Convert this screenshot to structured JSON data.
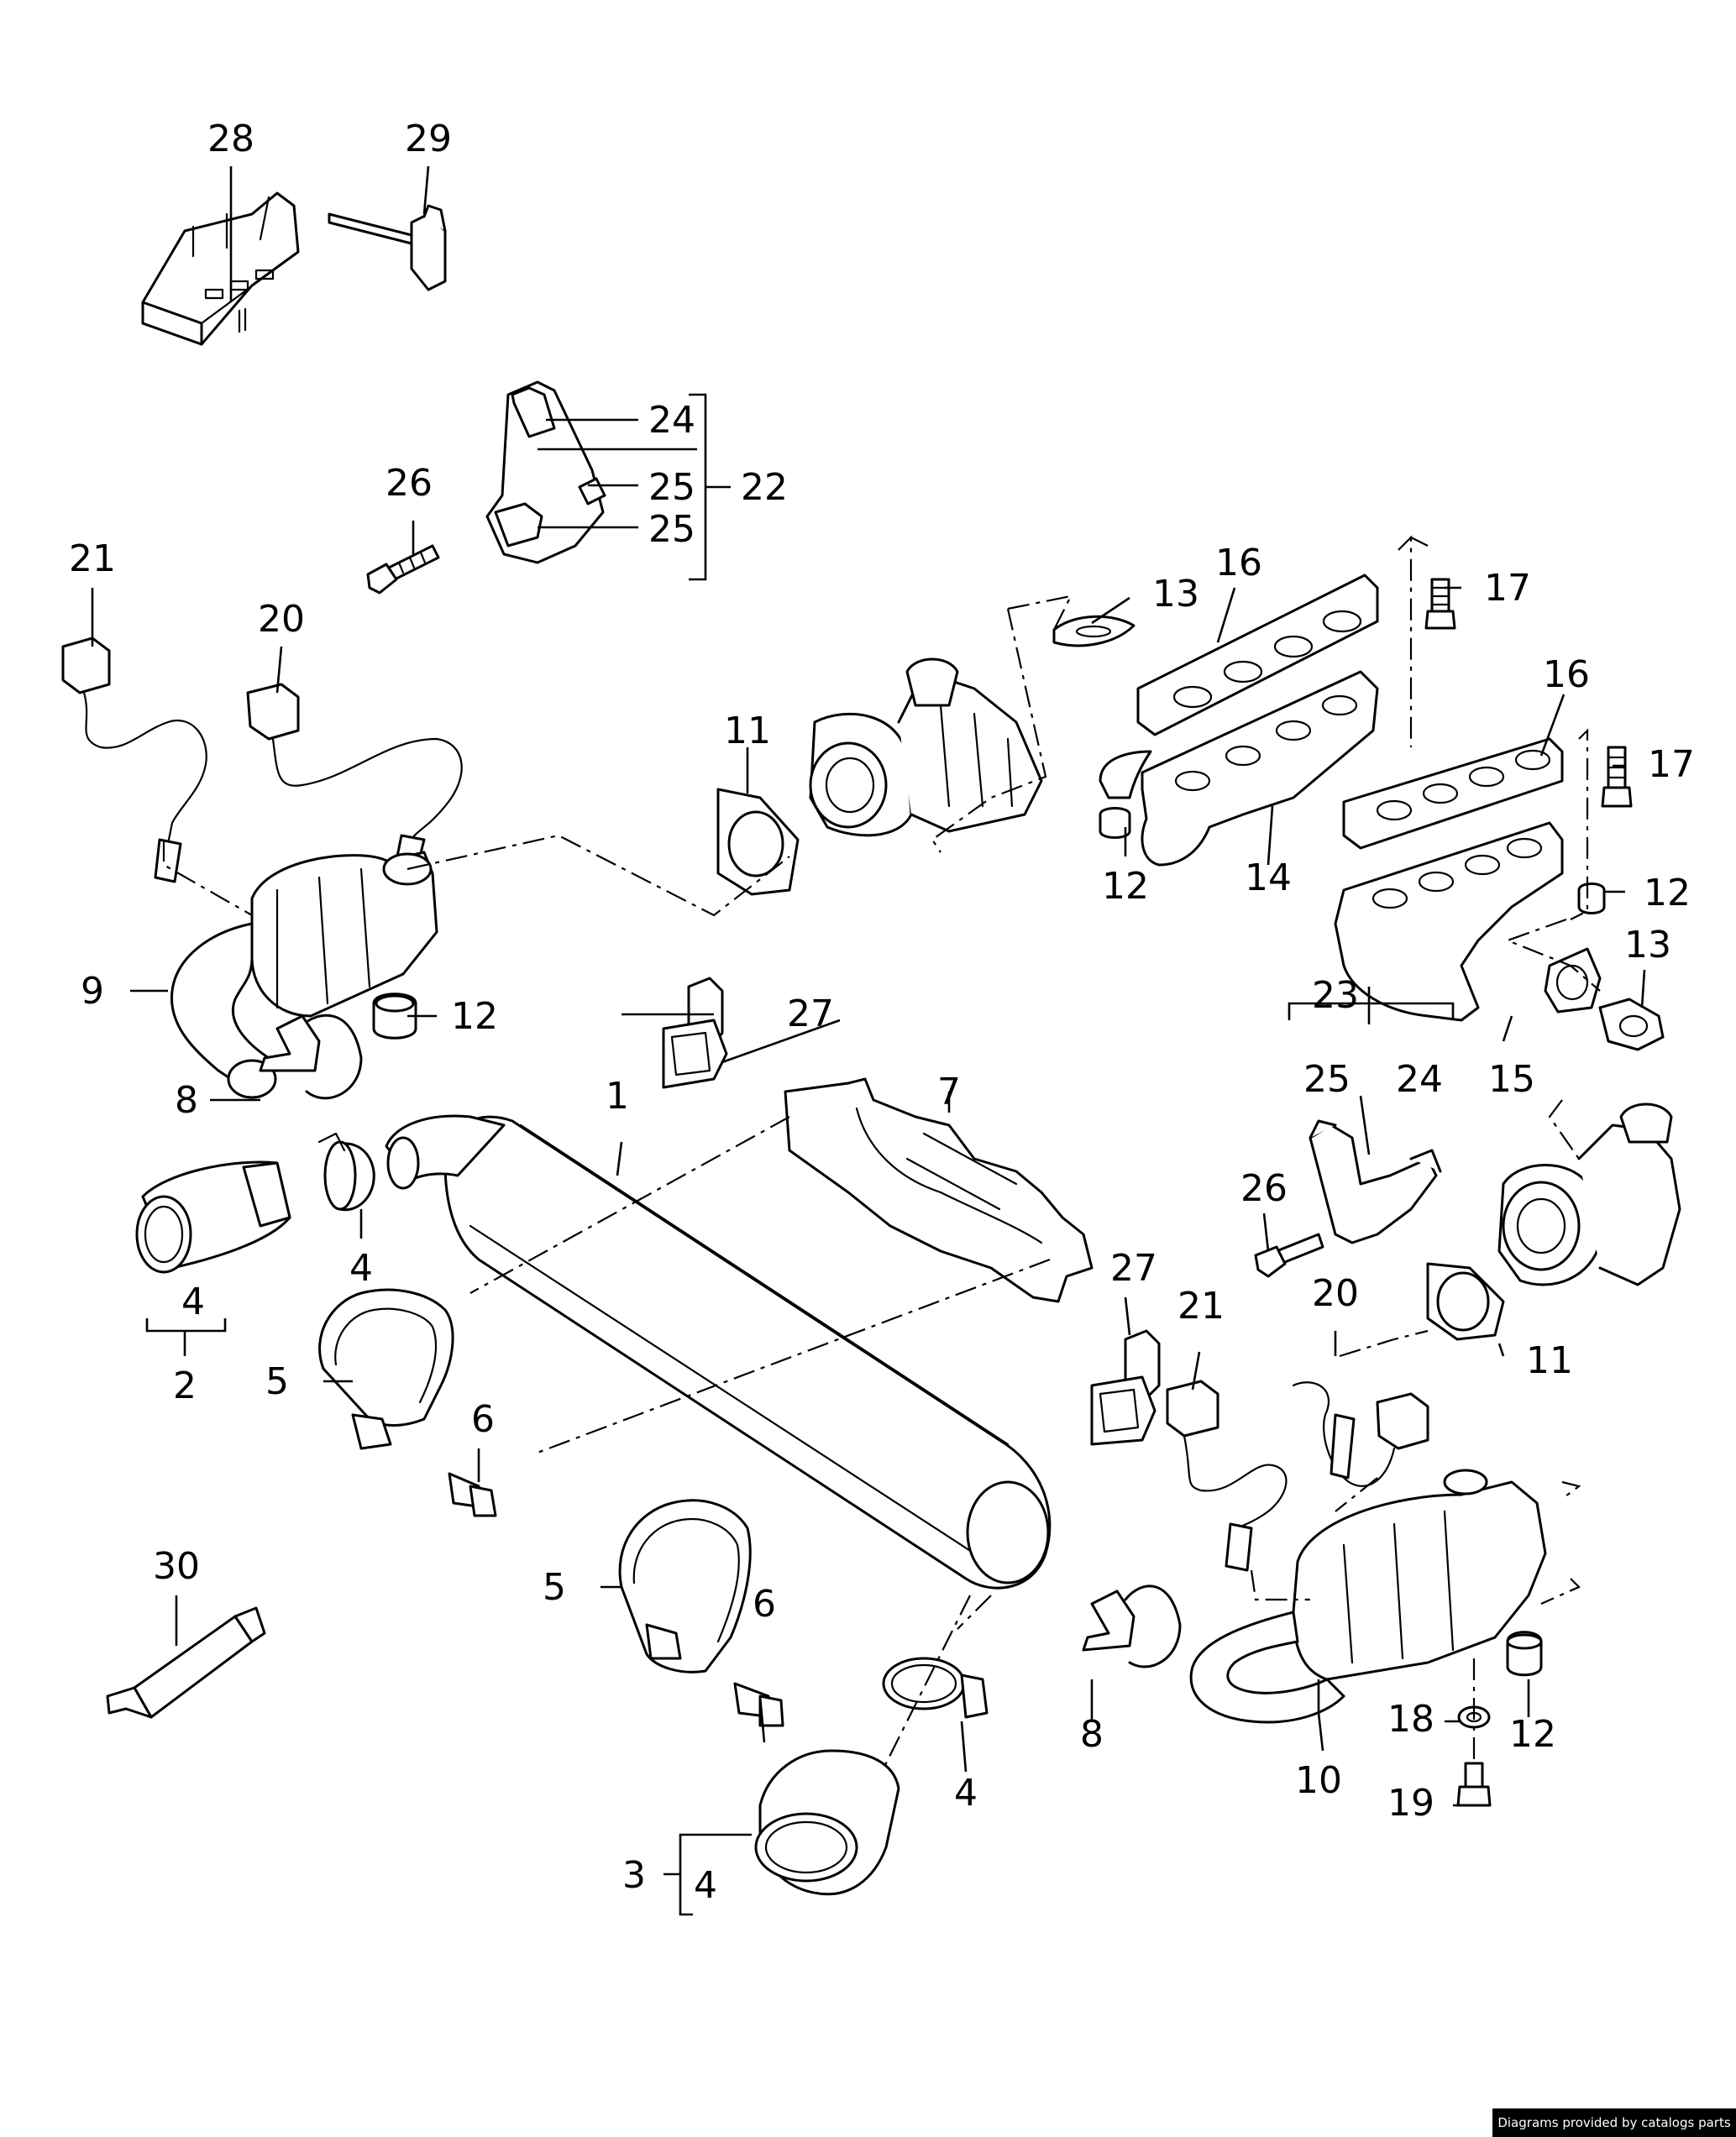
{
  "credit": "Diagrams provided by catalogs parts",
  "callouts": {
    "c1": "1",
    "c2": "2",
    "c3": "3",
    "c4a": "4",
    "c4b": "4",
    "c4c": "4",
    "c4d": "4",
    "c5a": "5",
    "c5b": "5",
    "c6a": "6",
    "c6b": "6",
    "c7": "7",
    "c8a": "8",
    "c8b": "8",
    "c9": "9",
    "c10": "10",
    "c11a": "11",
    "c11b": "11",
    "c12a": "12",
    "c12b": "12",
    "c12c": "12",
    "c12d": "12",
    "c13a": "13",
    "c13b": "13",
    "c14": "14",
    "c15": "15",
    "c16a": "16",
    "c16b": "16",
    "c17a": "17",
    "c17b": "17",
    "c18": "18",
    "c19": "19",
    "c20a": "20",
    "c20b": "20",
    "c21a": "21",
    "c21b": "21",
    "c22": "22",
    "c23": "23",
    "c24a": "24",
    "c24b": "24",
    "c25a": "25",
    "c25b": "25",
    "c25c": "25",
    "c26a": "26",
    "c26b": "26",
    "c27a": "27",
    "c27b": "27",
    "c28": "28",
    "c29": "29",
    "c30": "30"
  }
}
